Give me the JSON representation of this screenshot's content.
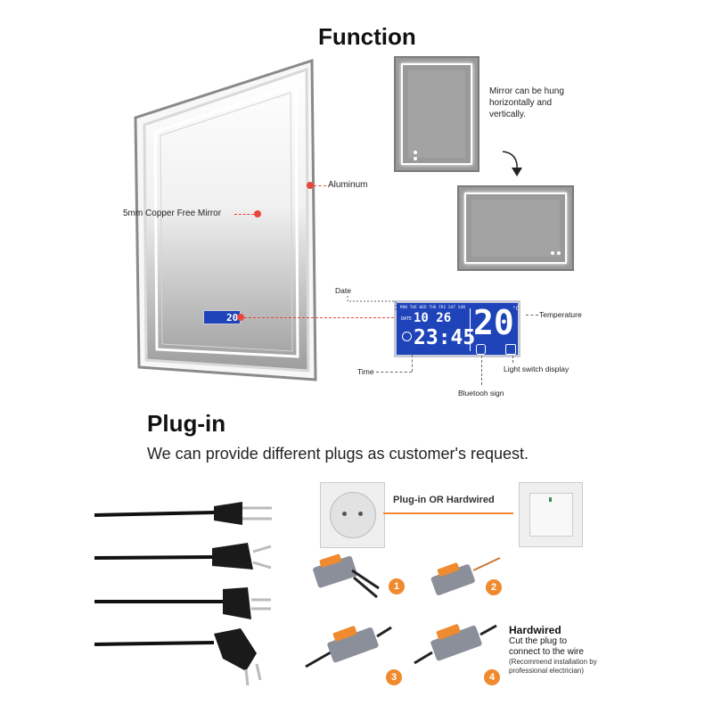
{
  "function": {
    "title": "Function",
    "mirror_note": "Mirror can be hung horizontally and vertically.",
    "labels": {
      "aluminum": "Aluminum",
      "copper_free": "5mm Copper Free Mirror",
      "date": "Date",
      "time": "Time",
      "temperature": "Temperature",
      "bluetooth": "Bluetooh sign",
      "light_switch": "Light switch display"
    },
    "display": {
      "date": "10 26",
      "time": "23:45",
      "temp": "20",
      "temp_unit": "°C",
      "days": "MON TUE WED THU FRI SAT SUN",
      "date_tag": "DATE",
      "mini_temp": "20"
    }
  },
  "plugin": {
    "title": "Plug-in",
    "subtitle": "We can provide different plugs as customer's request.",
    "option_label": "Plug-in OR Hardwired",
    "steps": [
      "1",
      "2",
      "3",
      "4"
    ],
    "hardwired_title": "Hardwired",
    "hardwired_lines": [
      "Cut the plug to",
      "connect to the wire"
    ],
    "hardwired_note": "(Recommend installation by professional electrician)"
  },
  "colors": {
    "accent_red": "#e8483b",
    "accent_orange": "#ef8a2f",
    "lcd_blue": "#1f43b9"
  }
}
